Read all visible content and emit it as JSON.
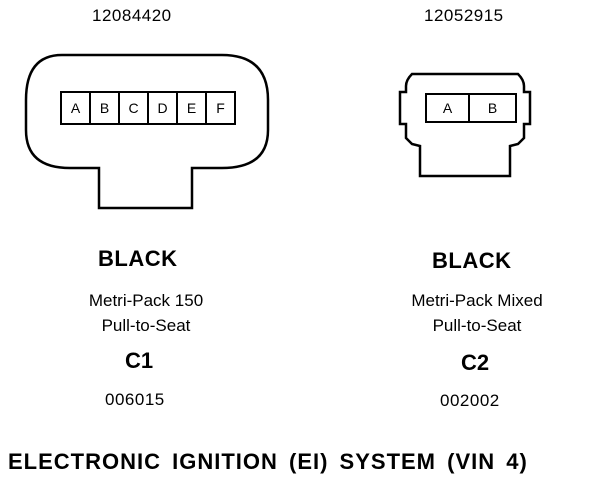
{
  "connectors": [
    {
      "part_number": "12084420",
      "pins": [
        "A",
        "B",
        "C",
        "D",
        "E",
        "F"
      ],
      "color": "BLACK",
      "description_line1": "Metri-Pack 150",
      "description_line2": "Pull-to-Seat",
      "id": "C1",
      "code": "006015"
    },
    {
      "part_number": "12052915",
      "pins": [
        "A",
        "B"
      ],
      "color": "BLACK",
      "description_line1": "Metri-Pack Mixed",
      "description_line2": "Pull-to-Seat",
      "id": "C2",
      "code": "002002"
    }
  ],
  "title": "ELECTRONIC IGNITION (EI) SYSTEM (VIN 4)"
}
